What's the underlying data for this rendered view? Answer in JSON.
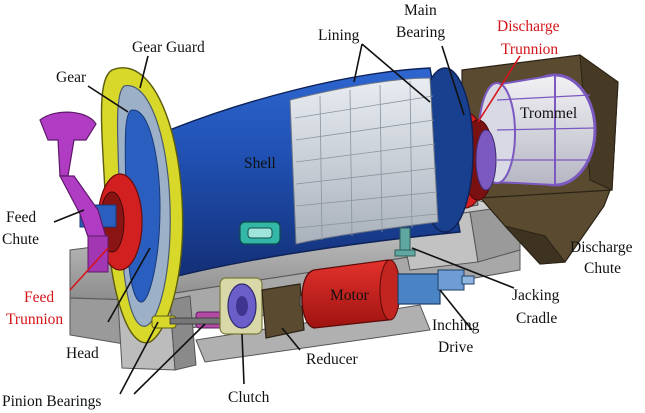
{
  "labels": {
    "main_bearing": [
      "Main",
      "Bearing"
    ],
    "discharge_trunnion": [
      "Discharge",
      "Trunnion"
    ],
    "gear_guard": "Gear Guard",
    "lining": "Lining",
    "gear": "Gear",
    "trommel": "Trommel",
    "shell": "Shell",
    "feed_chute": [
      "Feed",
      "Chute"
    ],
    "discharge_chute": [
      "Discharge",
      "Chute"
    ],
    "feed_trunnion": [
      "Feed",
      "Trunnion"
    ],
    "motor": "Motor",
    "jacking_cradle": [
      "Jacking",
      "Cradle"
    ],
    "inching_drive": [
      "Inching",
      "Drive"
    ],
    "head": "Head",
    "reducer": "Reducer",
    "pinion_bearings": "Pinion Bearings",
    "clutch": "Clutch"
  },
  "colors": {
    "label_text": "#111111",
    "highlight_text": "#d4161b",
    "shell_blue": "#1f4fb0",
    "gear_guard_yellow": "#d8d82a",
    "trunnion_red": "#d1201f",
    "feed_chute_magenta": "#b13cc4",
    "trommel_brown": "#5a4a30",
    "base_gray": "#b9b9b9"
  }
}
